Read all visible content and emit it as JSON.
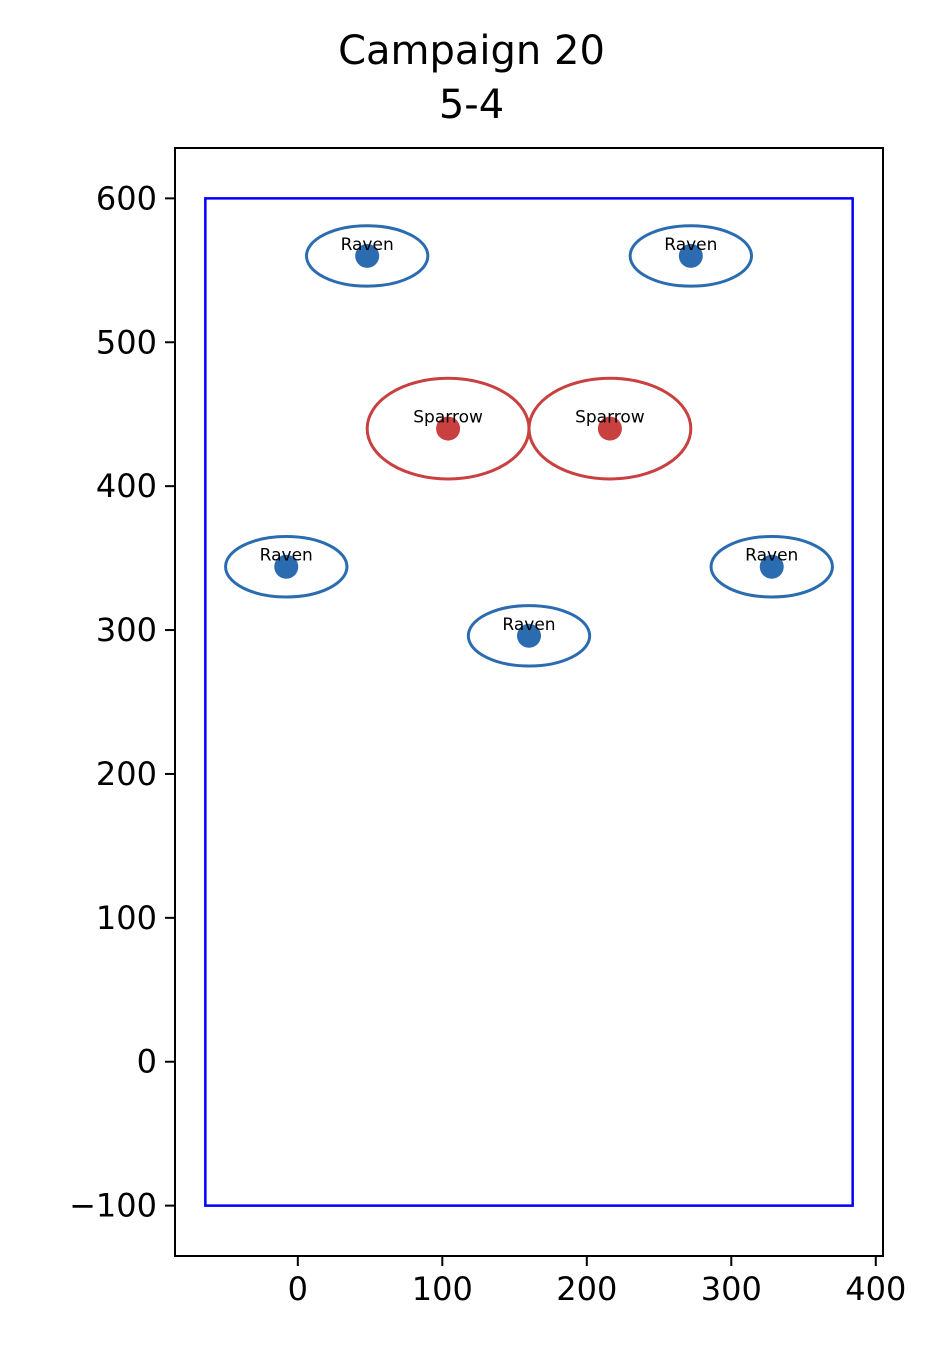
{
  "chart_data": {
    "type": "scatter",
    "title": "Campaign 20",
    "subtitle": "5-4",
    "xlabel": "",
    "ylabel": "",
    "xlim": [
      -85,
      405
    ],
    "ylim": [
      -135,
      635
    ],
    "xticks": [
      0,
      100,
      200,
      300,
      400
    ],
    "yticks": [
      -100,
      0,
      100,
      200,
      300,
      400,
      500,
      600
    ],
    "xtick_labels": [
      "0",
      "100",
      "200",
      "300",
      "400"
    ],
    "ytick_labels": [
      "−100",
      "0",
      "100",
      "200",
      "300",
      "400",
      "500",
      "600"
    ],
    "grid": false,
    "boundary": {
      "x0": -64,
      "y0": -100,
      "x1": 384,
      "y1": 600,
      "color": "#0000ff"
    },
    "points": [
      {
        "label": "Raven",
        "x": 48,
        "y": 560,
        "rx": 42,
        "ry": 21,
        "color": "#2b6cb0"
      },
      {
        "label": "Raven",
        "x": 272,
        "y": 560,
        "rx": 42,
        "ry": 21,
        "color": "#2b6cb0"
      },
      {
        "label": "Sparrow",
        "x": 104,
        "y": 440,
        "rx": 56,
        "ry": 35,
        "color": "#c94040"
      },
      {
        "label": "Sparrow",
        "x": 216,
        "y": 440,
        "rx": 56,
        "ry": 35,
        "color": "#c94040"
      },
      {
        "label": "Raven",
        "x": -8,
        "y": 344,
        "rx": 42,
        "ry": 21,
        "color": "#2b6cb0"
      },
      {
        "label": "Raven",
        "x": 328,
        "y": 344,
        "rx": 42,
        "ry": 21,
        "color": "#2b6cb0"
      },
      {
        "label": "Raven",
        "x": 160,
        "y": 296,
        "rx": 42,
        "ry": 21,
        "color": "#2b6cb0"
      }
    ]
  }
}
